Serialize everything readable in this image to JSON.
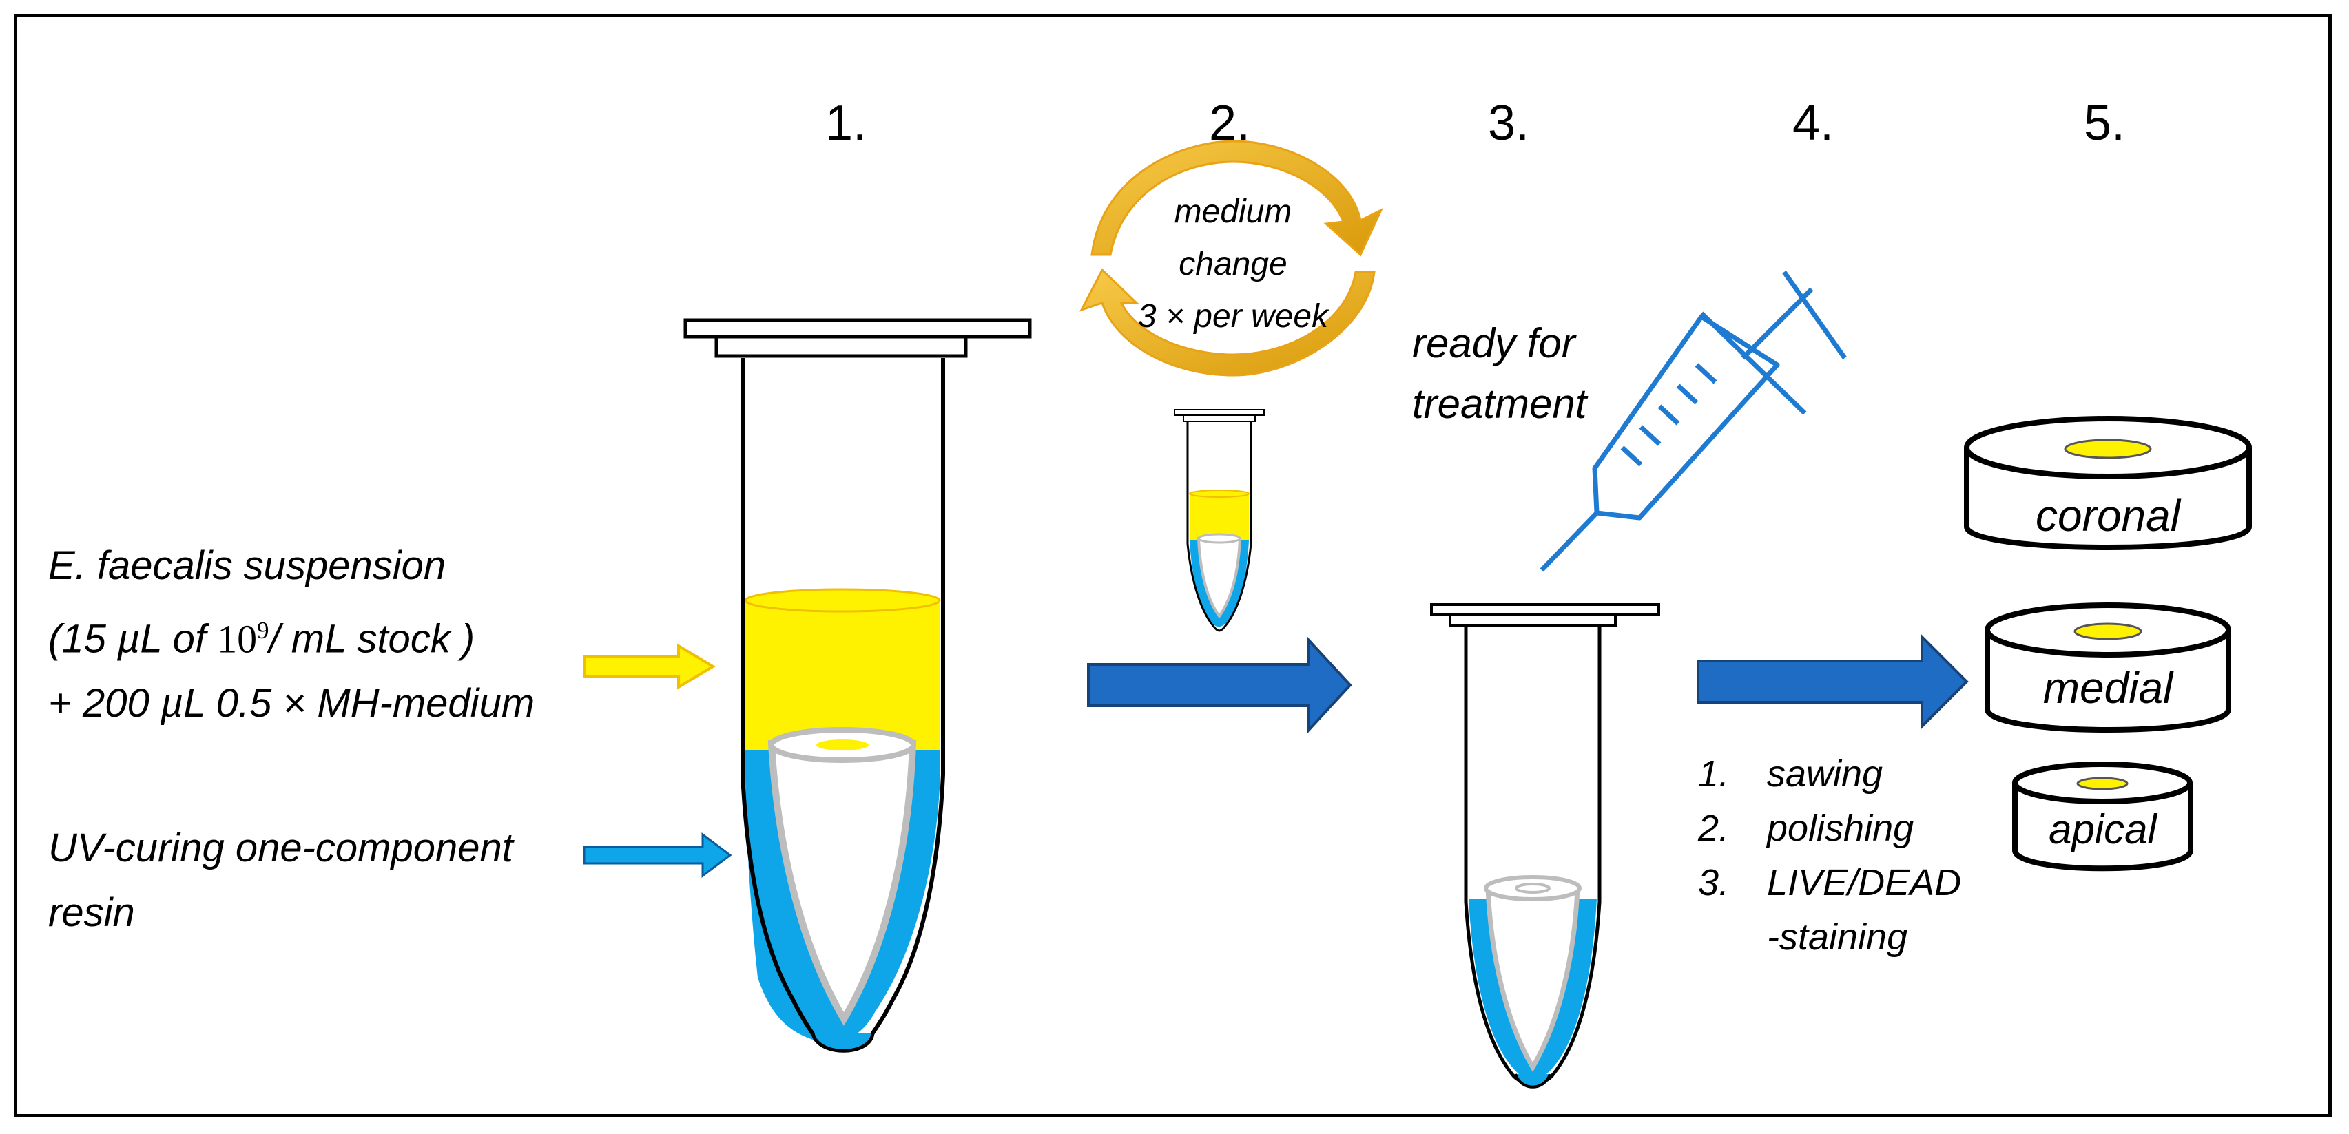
{
  "steps": [
    "1.",
    "2.",
    "3.",
    "4.",
    "5."
  ],
  "cycle": {
    "line1": "medium",
    "line2": "change",
    "line3": "3 × per week"
  },
  "suspension": {
    "line1": "E. faecalis suspension",
    "line2_pre": "(15 µL of ",
    "line2_base": "10",
    "line2_exp": "9",
    "line2_post": "/ mL stock )",
    "line3": "+ 200 µL 0.5 × MH-medium"
  },
  "resin": {
    "line1": "UV-curing one-component",
    "line2": "resin"
  },
  "treatment": {
    "line1": "ready for",
    "line2": "treatment"
  },
  "processing": [
    {
      "num": "1.",
      "text": "sawing"
    },
    {
      "num": "2.",
      "text": "polishing"
    },
    {
      "num": "3.",
      "text": "LIVE/DEAD"
    },
    {
      "num": "",
      "text": "-staining"
    }
  ],
  "sections": [
    "coronal",
    "medial",
    "apical"
  ],
  "colors": {
    "yellow": "#FFF200",
    "blue": "#0EA5E9",
    "arrow_blue": "#1F6CC4",
    "syringe": "#1F7AD1",
    "cycle_gold": "#E8A317"
  }
}
